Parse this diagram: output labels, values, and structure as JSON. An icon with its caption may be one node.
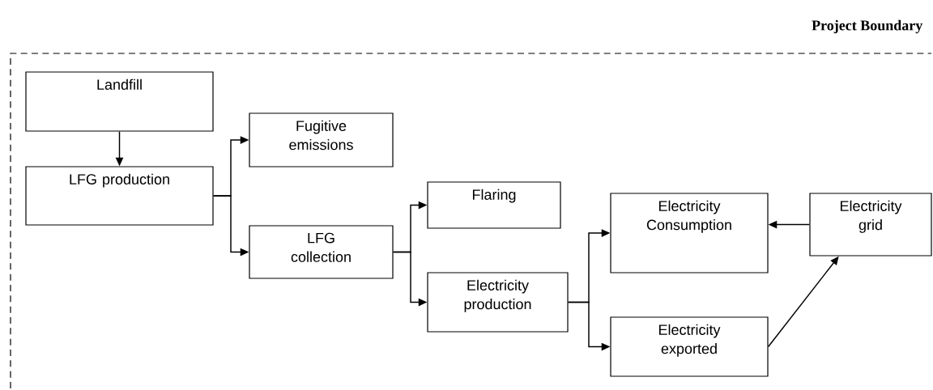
{
  "diagram": {
    "nodes": [
      {
        "text": [
          "Project Boundary"
        ]
      },
      {
        "text": [
          "Landfill"
        ],
        "in": 0
      },
      {
        "text": [
          "LFG production"
        ],
        "in": 0
      },
      {
        "text": [
          "Fugitive emissions"
        ],
        "in": 0
      },
      {
        "text": [
          "LFG collection"
        ],
        "in": 0
      },
      {
        "text": [
          "Flaring"
        ],
        "in": 0
      },
      {
        "text": [
          "Electricity production"
        ],
        "in": 0
      },
      {
        "text": [
          "Electricity Consumption"
        ],
        "in": 0
      },
      {
        "text": [
          "Electricity grid"
        ],
        "in": 0
      },
      {
        "text": [
          "Electricity exported"
        ],
        "in": 0
      }
    ],
    "edges": [
      {
        "from": 1,
        "to": 2,
        "arrow": "to"
      },
      {
        "from": 2,
        "to": 3,
        "arrow": "to"
      },
      {
        "from": 2,
        "to": 4,
        "arrow": "to"
      },
      {
        "from": 4,
        "to": 5,
        "arrow": "to"
      },
      {
        "from": 4,
        "to": 6,
        "arrow": "to"
      },
      {
        "from": 6,
        "to": 7,
        "arrow": "to"
      },
      {
        "from": 6,
        "to": 9,
        "arrow": "to"
      },
      {
        "from": 8,
        "to": 7,
        "arrow": "to"
      },
      {
        "from": 9,
        "to": 8,
        "arrow": "to"
      }
    ]
  }
}
